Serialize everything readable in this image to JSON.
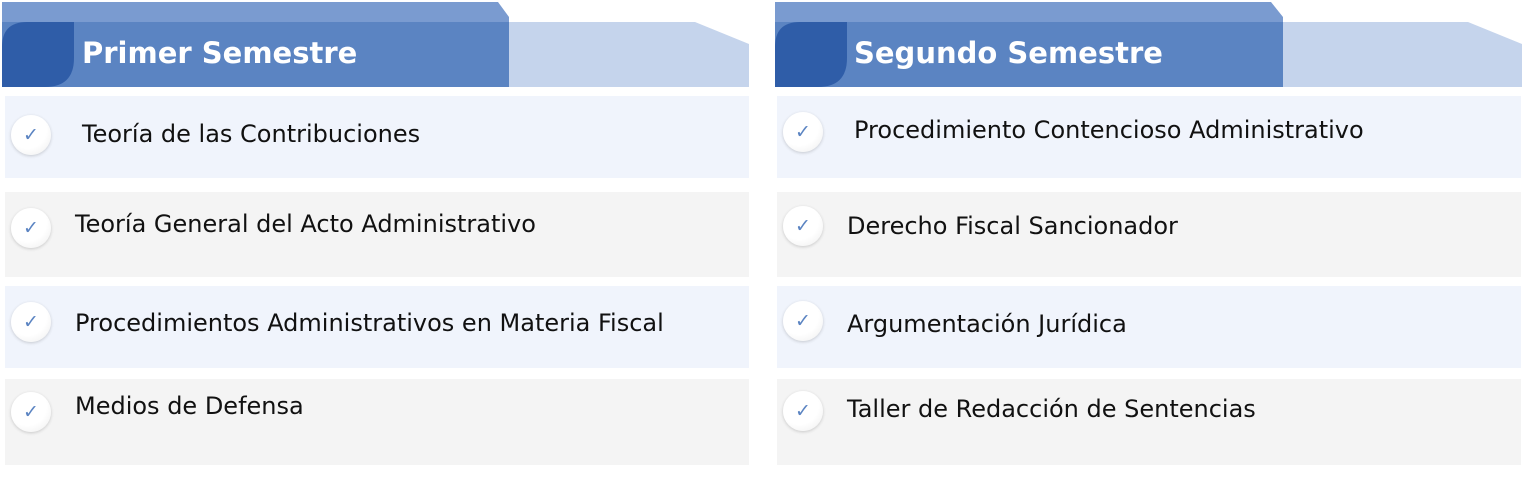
{
  "colors": {
    "header_main": "#5b84c2",
    "header_top": "#7a9bd0",
    "header_dark": "#2f5da8",
    "header_light": "#c5d4ec",
    "row_alt": "#f0f4fc",
    "row_gray": "#f4f4f4",
    "check": "#5b84c2"
  },
  "semesters": [
    {
      "title": "Primer Semestre",
      "courses": [
        "Teoría de las Contribuciones",
        "Teoría General del Acto Administrativo",
        "Procedimientos Administrativos en Materia Fiscal",
        "Medios de Defensa"
      ]
    },
    {
      "title": "Segundo Semestre",
      "courses": [
        "Procedimiento Contencioso Administrativo",
        "Derecho Fiscal Sancionador",
        "Argumentación Jurídica",
        "Taller de Redacción de Sentencias"
      ]
    }
  ],
  "icons": {
    "check": "✓"
  }
}
